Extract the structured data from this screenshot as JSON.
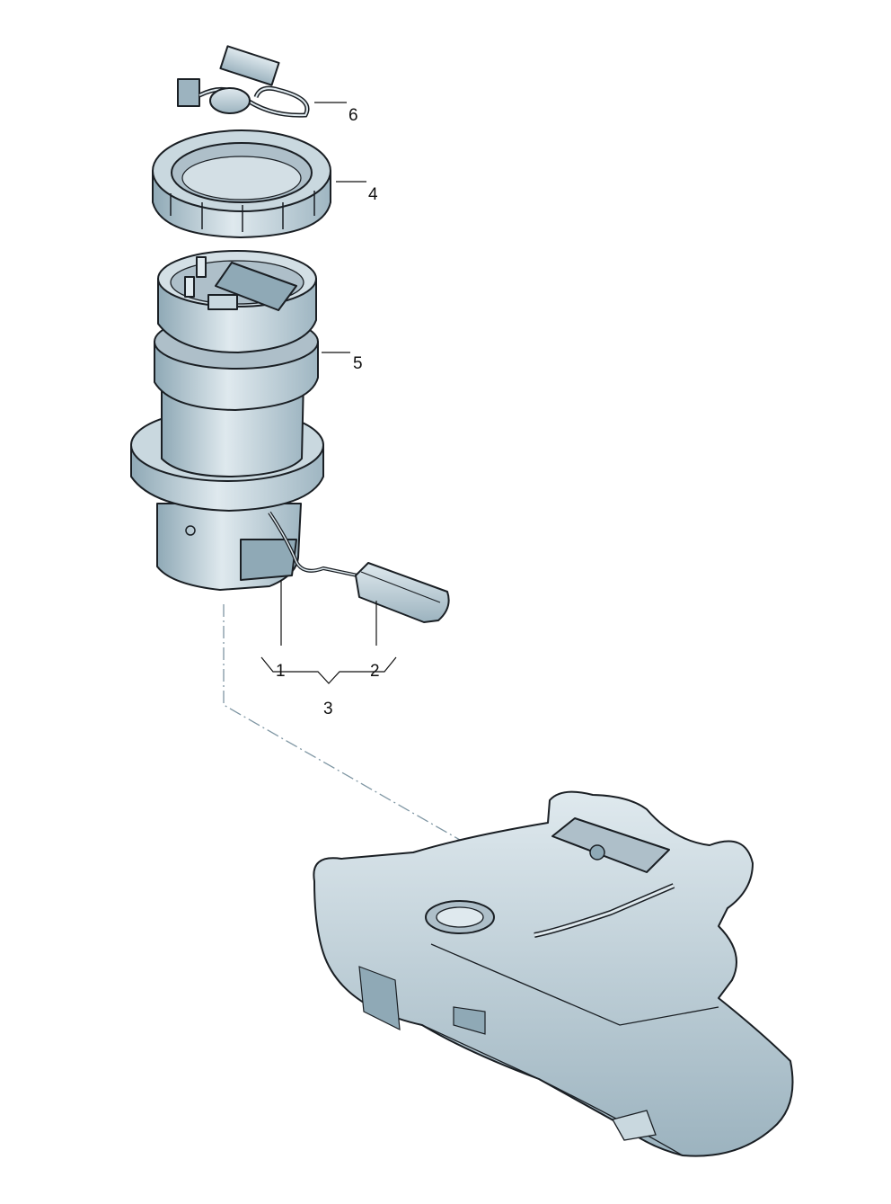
{
  "diagram": {
    "callouts": [
      {
        "id": "6",
        "part": "wiring-harness-connector"
      },
      {
        "id": "4",
        "part": "locking-ring"
      },
      {
        "id": "5",
        "part": "fuel-pump-module-flange"
      },
      {
        "id": "1",
        "part": "fuel-pump"
      },
      {
        "id": "2",
        "part": "fuel-level-sender"
      },
      {
        "id": "3",
        "part": "fuel-pump-assembly"
      }
    ],
    "colors": {
      "part_fill": "#c9d8df",
      "part_shade": "#8fa9b6",
      "outline": "#1a1f24",
      "dash_line": "#7f96a3"
    }
  }
}
